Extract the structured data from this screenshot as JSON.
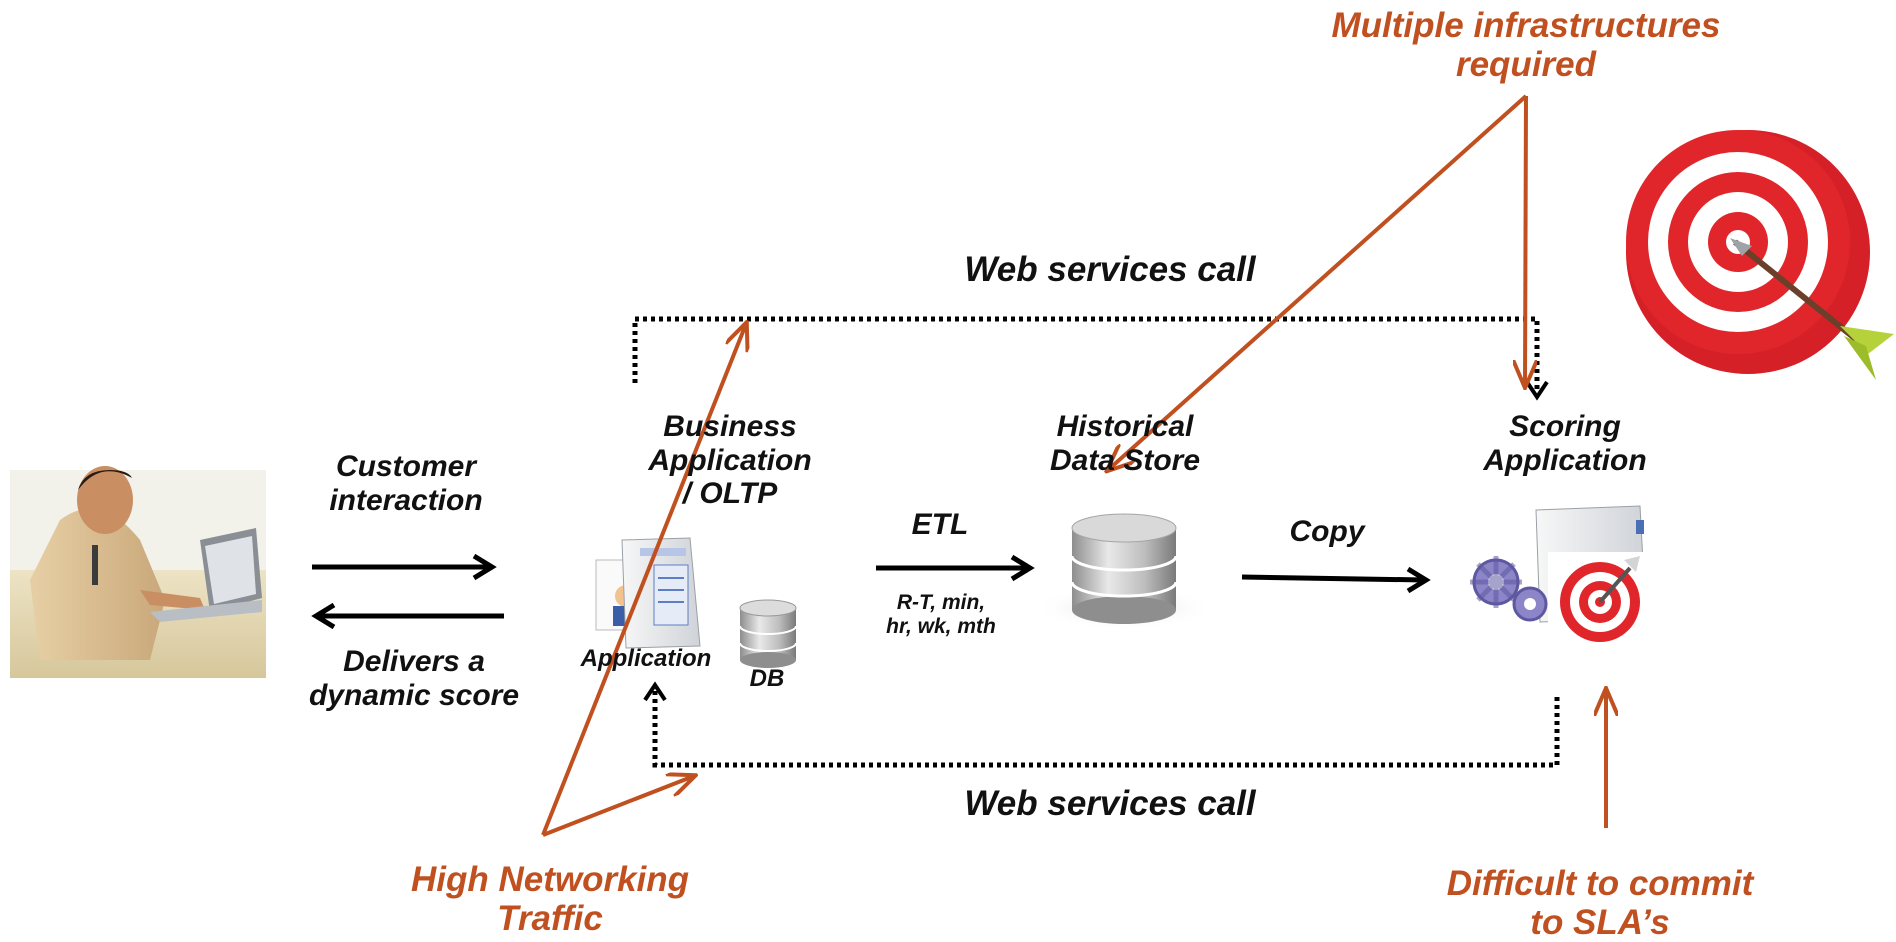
{
  "callouts": {
    "infrastructures": "Multiple infrastructures\nrequired",
    "traffic": "High Networking\nTraffic",
    "sla": "Difficult to commit\nto SLA’s"
  },
  "flows": {
    "web_top": "Web services call",
    "web_bottom": "Web services call",
    "customer": "Customer\ninteraction",
    "delivers": "Delivers a\ndynamic score",
    "etl": "ETL",
    "etl_freq": "R-T, min,\nhr, wk, mth",
    "copy": "Copy"
  },
  "nodes": {
    "business": "Business\nApplication\n/ OLTP",
    "application": "Application",
    "db": "DB",
    "historical": "Historical\nData Store",
    "scoring": "Scoring\nApplication"
  },
  "colors": {
    "accent": "#c0501f",
    "arrow": "#000000",
    "target_red": "#e0262b"
  },
  "icons": [
    "person-at-laptop",
    "server-icon",
    "database-icon",
    "gears-icon",
    "target-icon"
  ]
}
